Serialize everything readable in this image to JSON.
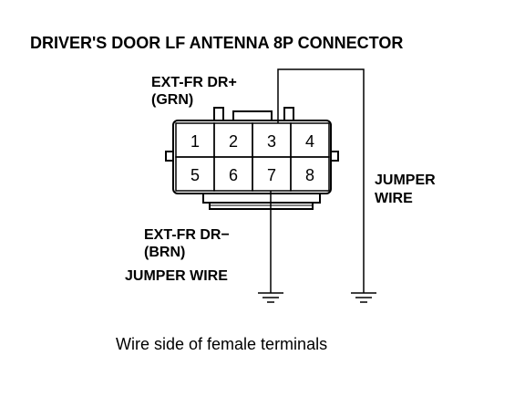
{
  "title": "DRIVER'S DOOR LF ANTENNA 8P CONNECTOR",
  "pins_top": [
    "1",
    "2",
    "3",
    "4"
  ],
  "pins_bottom": [
    "5",
    "6",
    "7",
    "8"
  ],
  "labels": {
    "ext_fr_plus": "EXT-FR DR+",
    "ext_fr_plus_color": "(GRN)",
    "ext_fr_minus": "EXT-FR DR−",
    "ext_fr_minus_color": "(BRN)",
    "jumper_wire_bottom": "JUMPER WIRE",
    "jumper_wire_right_line1": "JUMPER",
    "jumper_wire_right_line2": "WIRE"
  },
  "caption": "Wire side of female terminals"
}
